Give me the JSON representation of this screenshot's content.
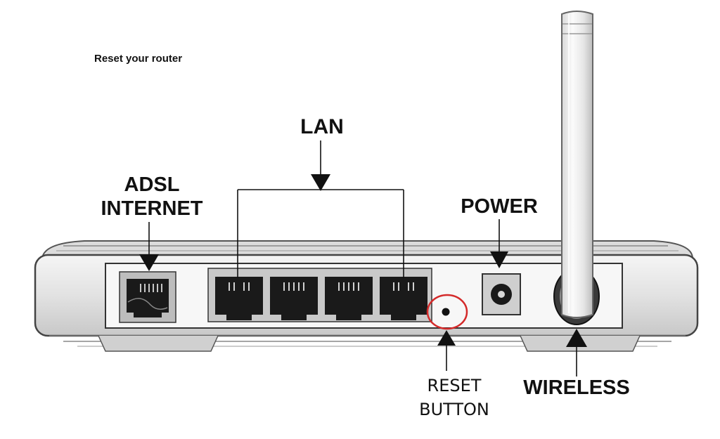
{
  "page": {
    "title": "Reset your router"
  },
  "labels": {
    "lan": "LAN",
    "adsl_line1": "ADSL",
    "adsl_line2": "INTERNET",
    "power": "POWER",
    "reset_line1": "RESET",
    "reset_line2": "BUTTON",
    "wireless": "WIRELESS"
  },
  "colors": {
    "highlight": "#d42a2a",
    "ink": "#111111",
    "body_light": "#eeeeee",
    "body_mid": "#cfcfcf",
    "port": "#1a1a1a"
  },
  "icons": {
    "arrows": "down-arrow / up-arrow",
    "ports": "rj45-port-icon",
    "power_jack": "power-jack-icon",
    "reset_hole": "reset-hole-icon"
  }
}
